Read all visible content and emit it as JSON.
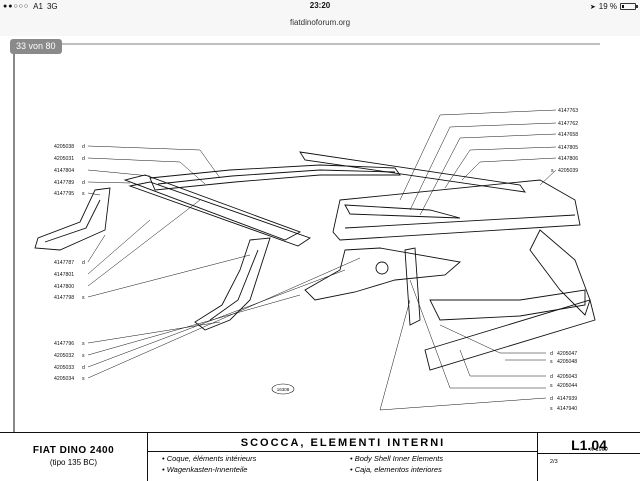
{
  "status_bar": {
    "carrier": "A1",
    "network": "3G",
    "time": "23:20",
    "battery": "19 %",
    "battery_level": 0.19
  },
  "browser": {
    "url": "fiatdinoforum.org"
  },
  "viewer": {
    "page_indicator": "33 von 80"
  },
  "drawing": {
    "part_numbers_left": [
      "4205038",
      "4205031",
      "4147804",
      "4147789",
      "4147795",
      "4147787",
      "4147801",
      "4147800",
      "4147798",
      "4147796",
      "4205032",
      "4205033",
      "4205034"
    ],
    "part_numbers_right_top": [
      "4147763",
      "4147762",
      "4147658",
      "4147805",
      "4147806",
      "4205039"
    ],
    "part_numbers_right_bottom": [
      "4205047",
      "4205048",
      "4205043",
      "4205044",
      "4147939",
      "4147940"
    ],
    "side_markers": {
      "d": "d",
      "s": "s"
    },
    "stamp": "16308"
  },
  "title_block": {
    "model": "FIAT DINO 2400",
    "submodel": "(tipo 135 BC)",
    "title": "SCOCCA, ELEMENTI INTERNI",
    "descriptions": [
      "• Coque, éléments intérieurs",
      "• Wagenkasten-Innenteile",
      "• Body Shell Inner Elements",
      "• Caja, elementos interiores"
    ],
    "code": "L1.04",
    "sheet": "2/3",
    "date": "X-1969"
  }
}
